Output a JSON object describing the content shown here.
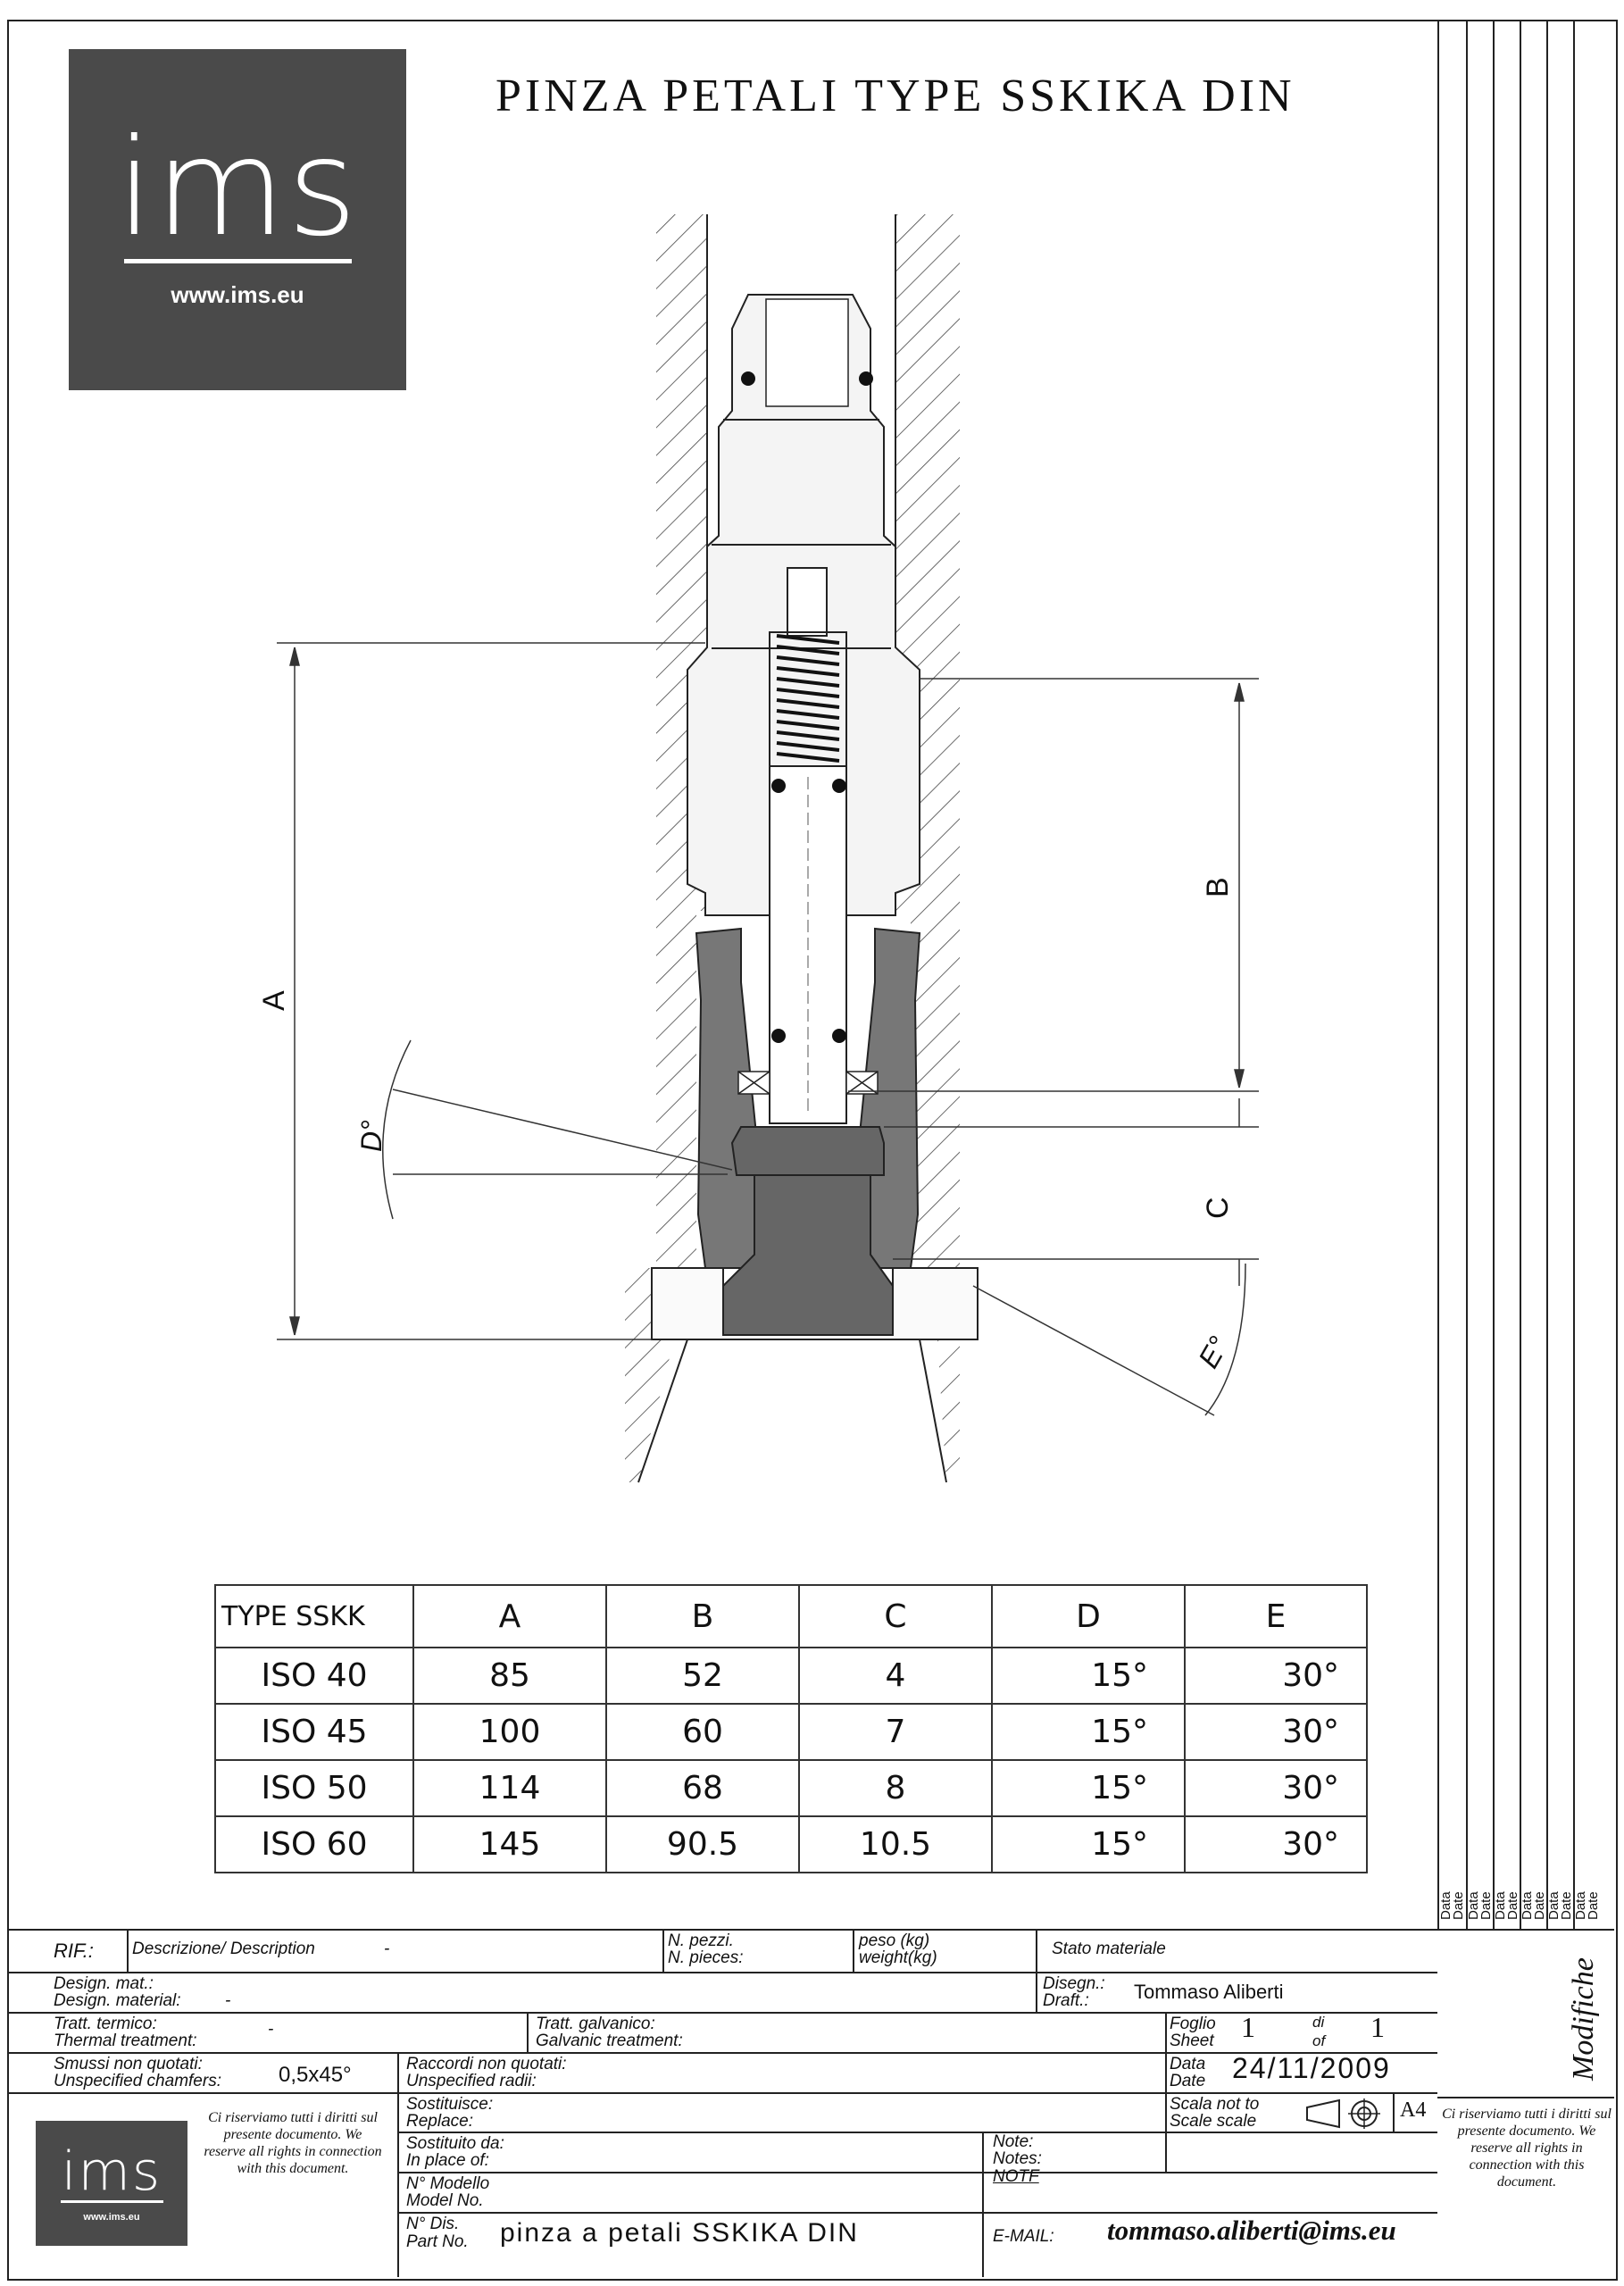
{
  "header": {
    "title": "PINZA PETALI TYPE SSKIKA DIN",
    "logo_text": "ims",
    "logo_url": "www.ims.eu"
  },
  "drawing": {
    "dim_labels": [
      "A",
      "B",
      "C",
      "D°",
      "E°"
    ]
  },
  "dimension_table": {
    "headers": [
      "TYPE SSKK",
      "A",
      "B",
      "C",
      "D",
      "E"
    ],
    "rows": [
      [
        "ISO 40",
        "85",
        "52",
        "4",
        "15°",
        "30°"
      ],
      [
        "ISO 45",
        "100",
        "60",
        "7",
        "15°",
        "30°"
      ],
      [
        "ISO 50",
        "114",
        "68",
        "8",
        "15°",
        "30°"
      ],
      [
        "ISO 60",
        "145",
        "90.5",
        "10.5",
        "15°",
        "30°"
      ]
    ]
  },
  "revision_column": {
    "date_labels": [
      "Data Date",
      "Data Date",
      "Data Date",
      "Data Date",
      "Data Date",
      "Data Date"
    ],
    "modifiche": "Modifiche"
  },
  "title_block": {
    "rif_label": "RIF.:",
    "descrizione_label": "Descrizione/ Description",
    "descrizione_value": "-",
    "n_pezzi_label": "N. pezzi.",
    "n_pieces_label": "N. pieces:",
    "peso_label": "peso (kg)",
    "weight_label": "weight(kg)",
    "stato_label": "Stato materiale",
    "design_mat_label": "Design. mat.:",
    "design_material_label": "Design. material:",
    "design_material_value": "-",
    "disegn_label": "Disegn.:",
    "draft_label": "Draft.:",
    "draft_value": "Tommaso Aliberti",
    "tratt_termico_label": "Tratt. termico:",
    "thermal_label": "Thermal treatment:",
    "thermal_value": "-",
    "tratt_galvanico_label": "Tratt. galvanico:",
    "galvanic_label": "Galvanic treatment:",
    "foglio_label": "Foglio",
    "sheet_label": "Sheet",
    "sheet_value": "1",
    "di_label": "di",
    "of_label": "of",
    "of_value": "1",
    "smussi_label": "Smussi non quotati:",
    "chamfers_label": "Unspecified chamfers:",
    "chamfers_value": "0,5x45°",
    "raccordi_label": "Raccordi non quotati:",
    "radii_label": "Unspecified radii:",
    "data_label": "Data",
    "date_label": "Date",
    "date_value": "24/11/2009",
    "sostituisce_label": "Sostituisce:",
    "replace_label": "Replace:",
    "scala_label": "Scala not to",
    "scale_label": "Scale scale",
    "format_value": "A4",
    "sostituito_label": "Sostituito da:",
    "in_place_label": "In place of:",
    "note_label": "Note:",
    "notes_label": "Notes:",
    "notf_label": "NOTF",
    "modello_label": "N° Modello",
    "model_label": "Model No.",
    "ndis_label": "N° Dis.",
    "part_label": "Part No.",
    "part_value": "pinza a petali SSKIKA DIN",
    "email_label": "E-MAIL:",
    "email_value": "tommaso.aliberti@ims.eu",
    "rights_notice": "Ci riserviamo tutti i diritti sul presente documento. We reserve all rights in connection with this document."
  }
}
